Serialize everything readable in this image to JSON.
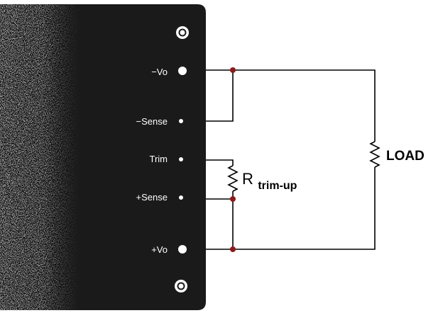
{
  "module": {
    "pins": [
      {
        "id": "neg-vo",
        "label": "−Vo"
      },
      {
        "id": "neg-sense",
        "label": "−Sense"
      },
      {
        "id": "trim",
        "label": "Trim"
      },
      {
        "id": "pos-sense",
        "label": "+Sense"
      },
      {
        "id": "pos-vo",
        "label": "+Vo"
      }
    ]
  },
  "resistor": {
    "label": "R",
    "subscript": "trim-up"
  },
  "load": {
    "label": "LOAD"
  },
  "colors": {
    "module_body": "#1a1a1a",
    "wire": "#000000",
    "junction": "#8b1a1a",
    "pin_text": "#ffffff"
  }
}
